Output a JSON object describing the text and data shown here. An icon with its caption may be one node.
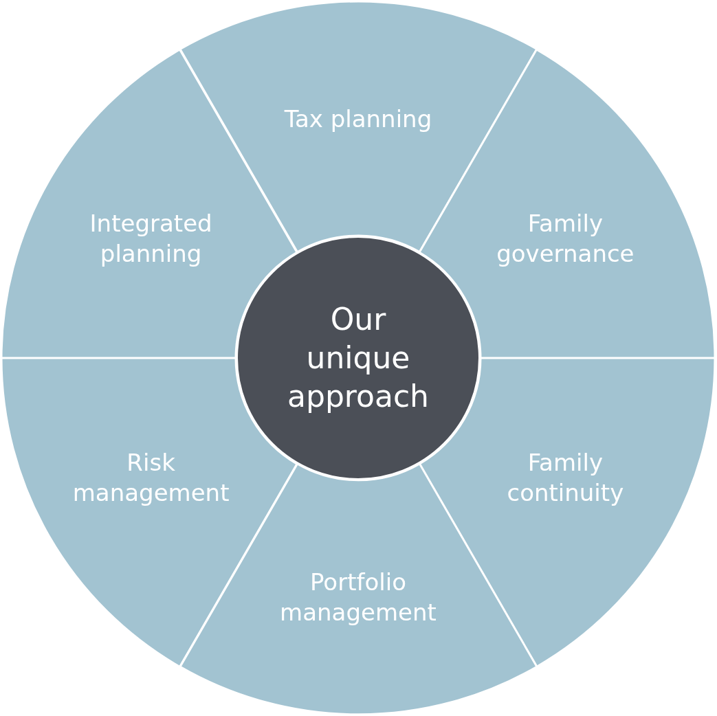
{
  "diagram": {
    "nodes": [
      {
        "text": [
          "Tax planning"
        ]
      },
      {
        "text": [
          "Integrated planning"
        ]
      },
      {
        "text": [
          "Family governance"
        ]
      },
      {
        "text": [
          "Our unique approach"
        ]
      },
      {
        "text": [
          "Risk management"
        ]
      },
      {
        "text": [
          "Family continuity"
        ]
      },
      {
        "text": [
          "Portfolio management"
        ]
      }
    ]
  }
}
